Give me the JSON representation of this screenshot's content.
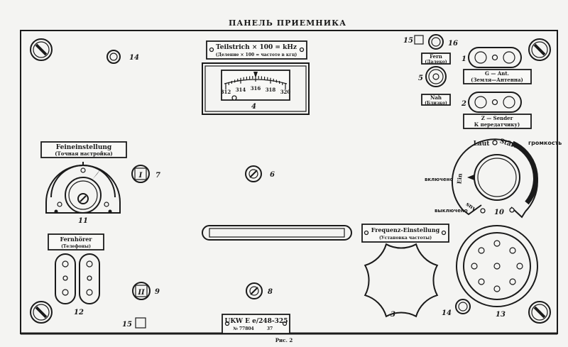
{
  "title": "ПАНЕЛЬ ПРИЕМНИКА",
  "caption": "Рис. 2",
  "meter": {
    "plate_line1": "Teilstrich × 100 = kHz",
    "plate_line2": "(Деление × 100 = частоте в кгц)",
    "scale_labels": [
      "312",
      "314",
      "316",
      "318",
      "320"
    ],
    "number": "4"
  },
  "fine_tuning": {
    "line1": "Feineinstellung",
    "line2": "(Точная настройка)",
    "number": "11"
  },
  "headphones": {
    "line1": "Fernhörer",
    "line2": "(Телефоны)",
    "number": "12"
  },
  "frequency": {
    "line1": "Frequenz-Einstellung",
    "line2": "(Установка частоты)",
    "number": "3"
  },
  "fern": {
    "line1": "Fern",
    "line2": "(Далеко)"
  },
  "nah": {
    "line1": "Nah",
    "line2": "(Близко)"
  },
  "antenna": {
    "line1": "G — Ant.",
    "line2": "(Земля—Антенна)",
    "number": "1"
  },
  "sender": {
    "line1": "Z — Sender",
    "line2": "К передатчику)",
    "number": "2"
  },
  "volume": {
    "laut": "Laut",
    "starke": "Stärke",
    "ein": "Ein",
    "aus": "Aus",
    "loudness_ru": "громкость",
    "on_ru": "включено",
    "off_ru": "выключено",
    "number": "10"
  },
  "type_plate": {
    "line1": "UKW E e/248-325",
    "line2": "№ 77804",
    "line3": "37"
  },
  "switch_7_label": "I",
  "switch_9_label": "II",
  "numbers": {
    "n5": "5",
    "n6": "6",
    "n7": "7",
    "n8": "8",
    "n9": "9",
    "n13": "13",
    "n14a": "14",
    "n14b": "14",
    "n15a": "15",
    "n15b": "15",
    "n16": "16"
  }
}
